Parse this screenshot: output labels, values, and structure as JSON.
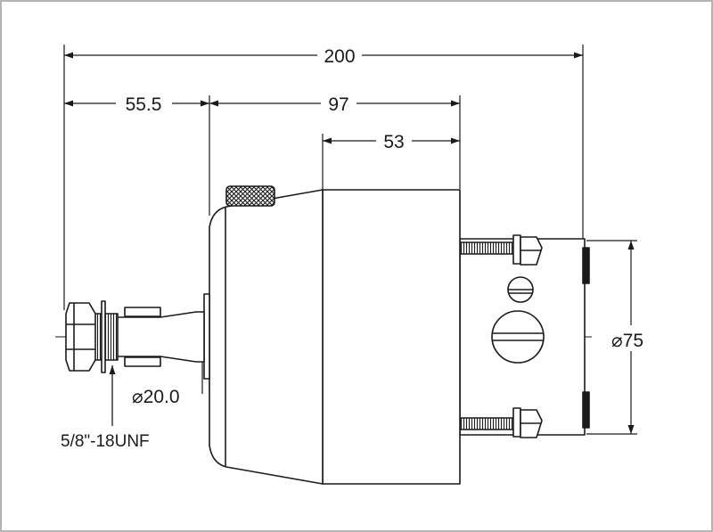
{
  "dimensions": {
    "overall_length": "200",
    "shaft_to_body": "55.5",
    "body_to_back": "97",
    "housing_depth": "53",
    "back_diameter": "75",
    "shaft_diameter": "20.0",
    "thread_spec": "5/8\"-18UNF"
  },
  "symbols": {
    "diameter": "⌀"
  },
  "colors": {
    "line": "#1a1a1a",
    "frame": "#b5b5b5",
    "background": "#ffffff"
  }
}
